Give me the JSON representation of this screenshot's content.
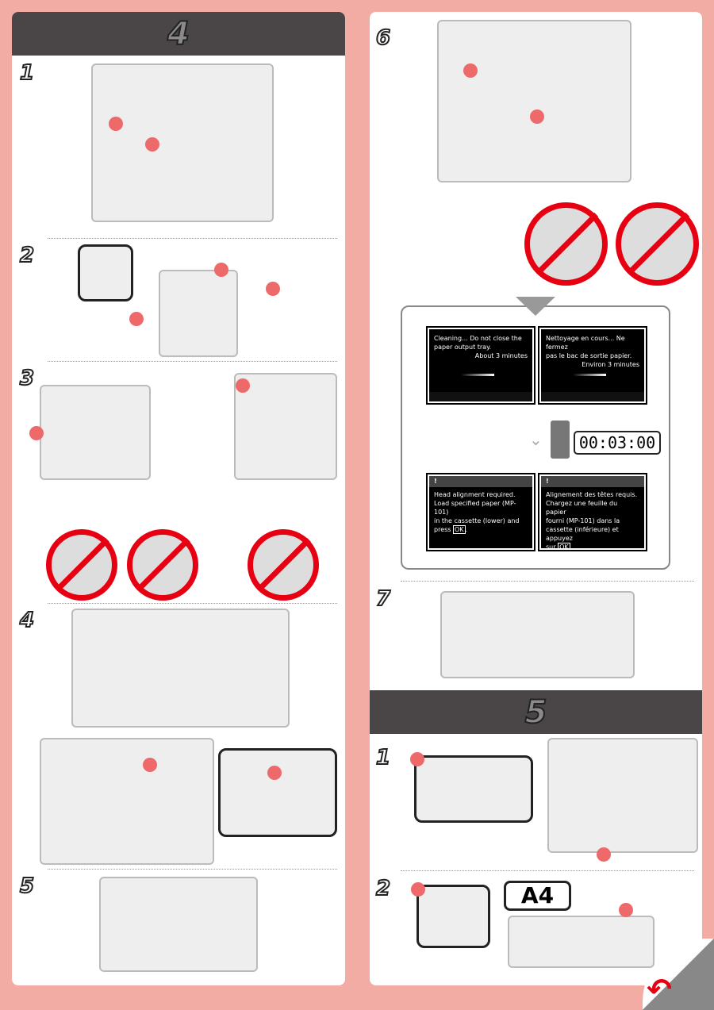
{
  "sections": {
    "s4": "4",
    "s5": "5"
  },
  "left_steps": [
    "1",
    "2",
    "3",
    "4",
    "5"
  ],
  "right_steps": [
    "6",
    "7",
    "1",
    "2"
  ],
  "screens": {
    "cleaning_en": {
      "line1": "Cleaning... Do not close the",
      "line2": "paper output tray.",
      "time": "About 3 minutes"
    },
    "cleaning_fr": {
      "line1": "Nettoyage en cours... Ne fermez",
      "line2": "pas le bac de sortie papier.",
      "time": "Environ 3 minutes"
    },
    "align_en": {
      "icon": "!",
      "lines": [
        "Head alignment required.",
        "Load specified paper (MP-101)",
        "in the cassette (lower) and"
      ],
      "press": "press",
      "ok": "OK",
      "end": "."
    },
    "align_fr": {
      "icon": "!",
      "lines": [
        "Alignement des têtes requis.",
        "Chargez une feuille du papier",
        "fourni (MP-101) dans la",
        "cassette (inférieure) et appuyez"
      ],
      "press": "sur",
      "ok": "OK",
      "end": "."
    }
  },
  "timer": "00:03:00",
  "paper_size": "A4",
  "colors": {
    "background": "#f2aca4",
    "header": "#4a4647",
    "accent": "#e60012"
  }
}
